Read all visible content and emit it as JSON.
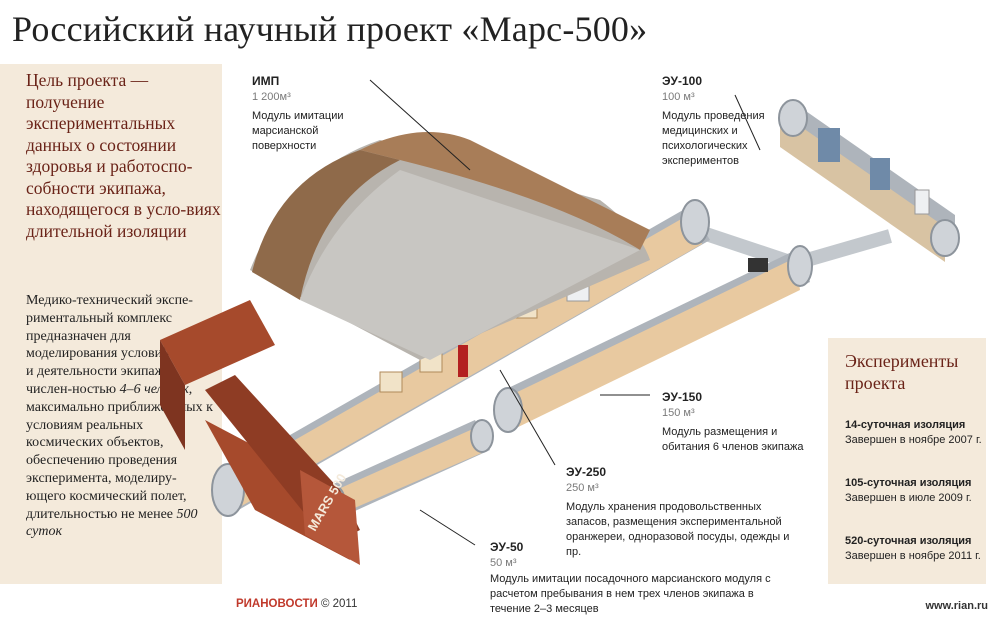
{
  "title": "Российский научный проект «Марс-500»",
  "goal": "Цель проекта — получение экспериментальных данных о состоянии здоровья и работоспо-собности экипажа, находящегося в усло-виях длительной изоляции",
  "description": {
    "part1": "Медико-технический экспе-риментальный комплекс предназначен для моделирования условий жизни и деятельности экипажа числен-ностью ",
    "crew": "4–6 человек",
    "part2": ", максимально приближен-ных к условиям реальных космических объектов, обеспечению проведения эксперимента, моделиру-ющего космический полет, длительностью не менее ",
    "duration": "500 суток"
  },
  "modules": [
    {
      "name": "ИМП",
      "volume": "1 200м³",
      "description": "Модуль имитации марсианской поверхности"
    },
    {
      "name": "ЭУ-100",
      "volume": "100 м³",
      "description": "Модуль проведения медицинских и психологических экспериментов"
    },
    {
      "name": "ЭУ-150",
      "volume": "150 м³",
      "description": "Модуль размещения и обитания 6 членов экипажа"
    },
    {
      "name": "ЭУ-250",
      "volume": "250 м³",
      "description": "Модуль хранения продовольственных запасов, размещения экспериментальной оранжереи, одноразовой посуды, одежды и пр."
    },
    {
      "name": "ЭУ-50",
      "volume": "50 м³",
      "description": "Модуль имитации посадочного марсианского модуля с расчетом пребывания в нем трех членов экипажа в течение 2–3 месяцев"
    }
  ],
  "experiments": {
    "title": "Эксперименты проекта",
    "items": [
      {
        "name": "14-суточная изоляция",
        "status": "Завершен в ноябре 2007 г."
      },
      {
        "name": "105-суточная изоляция",
        "status": "Завершен в июле 2009 г."
      },
      {
        "name": "520-суточная изоляция",
        "status": "Завершен в ноябре 2011 г."
      }
    ]
  },
  "logo_text": "MARS 500",
  "footer": {
    "agency": "РИАНОВОСТИ",
    "copyright": "© 2011",
    "url": "www.rian.ru"
  },
  "colors": {
    "accent": "#6a2318",
    "box": "#f4eadb",
    "module_shell": "#cfd3d8",
    "interior": "#e8c9a0",
    "tunnel": "#9a4a30"
  }
}
